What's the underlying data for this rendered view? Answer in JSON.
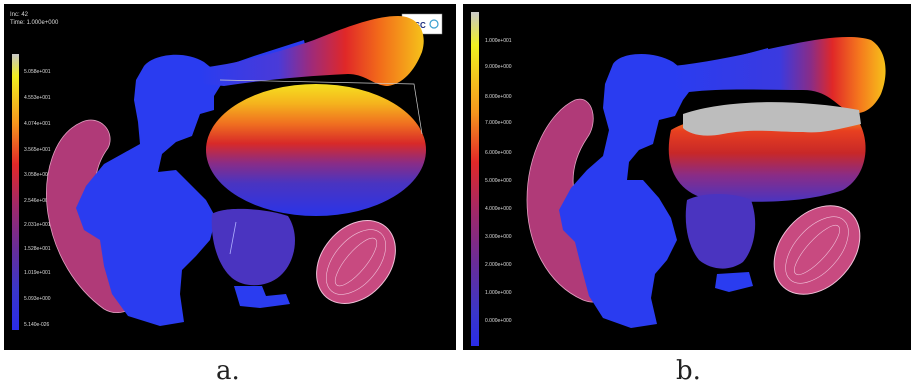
{
  "panel_a": {
    "header_lines": [
      "Inc: 42",
      "Time: 1.000e+000"
    ],
    "logo_text": "MSC",
    "legend_values": [
      "5.058e+001",
      "4.553e+001",
      "4.074e+001",
      "3.565e+001",
      "3.058e+001",
      "2.546e+001",
      "2.031e+001",
      "1.528e+001",
      "1.019e+001",
      "5.093e+000",
      "5.140e-026"
    ],
    "caption": "a."
  },
  "panel_b": {
    "legend_values": [
      "1.000e+001",
      "9.000e+000",
      "8.000e+000",
      "7.000e+000",
      "6.000e+000",
      "5.000e+000",
      "4.000e+000",
      "3.000e+000",
      "2.000e+000",
      "1.000e+000",
      "0.000e+000"
    ],
    "caption": "b."
  },
  "colors": {
    "background": "#000000",
    "body_blue": "#2a3cf0",
    "magenta_organ": "#b03a78",
    "legend_scale": [
      "#c8c8c8",
      "#f0f020",
      "#f5b21d",
      "#f57a1d",
      "#e83a22",
      "#c82828",
      "#b5255e",
      "#8a2c86",
      "#5b2ea0",
      "#3a36c8",
      "#2a2ce8"
    ]
  }
}
